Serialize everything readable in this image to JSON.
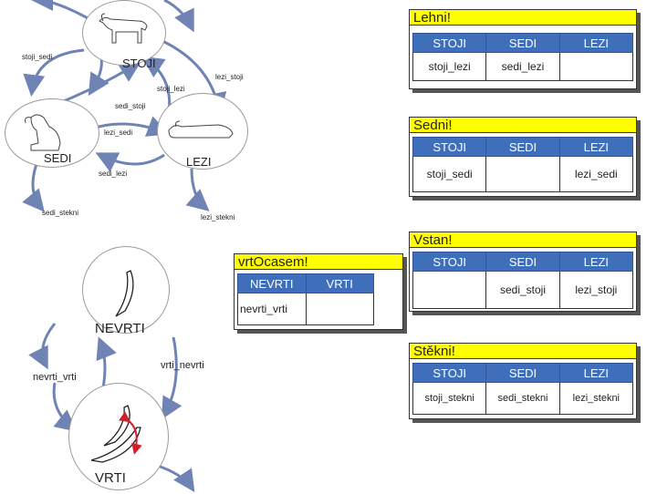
{
  "nodes": {
    "stoji": "STOJI",
    "sedi": "SEDI",
    "lezi": "LEZI",
    "nevrti": "NEVRTI",
    "vrti": "VRTI"
  },
  "edges": {
    "stoji_sedi": "stoji_sedi",
    "lezi_stoji": "lezi_stoji",
    "stoji_lezi": "stoji_lezi",
    "sedi_stoji": "sedi_stoji",
    "lezi_sedi": "lezi_sedi",
    "sedi_lezi": "sedi_lezi",
    "sedi_stekni": "sedi_stekni",
    "lezi_stekni": "lezi_stekni",
    "nevrti_vrti_inner": "nevrti_vrti",
    "vrti_nevrti": "vrti_nevrti",
    "nevrti_vrti_outer": "nevrti_vrti"
  },
  "panels": {
    "lehni": {
      "title": "Lehni!",
      "headers": [
        "STOJI",
        "SEDI",
        "LEZI"
      ],
      "row": [
        "stoji_lezi",
        "sedi_lezi",
        ""
      ]
    },
    "sedni": {
      "title": "Sedni!",
      "headers": [
        "STOJI",
        "SEDI",
        "LEZI"
      ],
      "row": [
        "stoji_sedi",
        "",
        "lezi_sedi"
      ]
    },
    "vstan": {
      "title": "Vstan!",
      "headers": [
        "STOJI",
        "SEDI",
        "LEZI"
      ],
      "row": [
        "",
        "sedi_stoji",
        "lezi_stoji"
      ]
    },
    "vrtocasem": {
      "title": "vrtOcasem!",
      "headers": [
        "NEVRTI",
        "VRTI"
      ],
      "row": [
        "nevrti_vrti",
        ""
      ]
    },
    "stekni": {
      "title": "Stěkni!",
      "headers": [
        "STOJI",
        "SEDI",
        "LEZI"
      ],
      "row": [
        "stoji_stekni",
        "sedi_stekni",
        "lezi_stekni"
      ]
    }
  },
  "colors": {
    "arrow": "#6f84b4",
    "header": "#3f6fbb",
    "title_bg": "#ffff00",
    "tail_arrow": "#d0202a"
  },
  "icons": [
    "dog-standing-icon",
    "dog-sitting-icon",
    "dog-lying-icon",
    "tail-still-icon",
    "tail-wagging-icon"
  ]
}
